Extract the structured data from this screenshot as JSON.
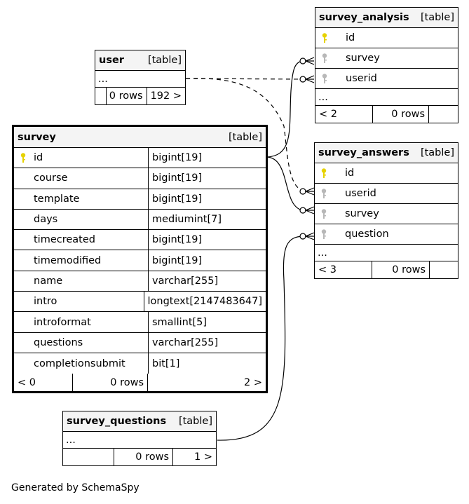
{
  "tables": {
    "survey_analysis": {
      "name": "survey_analysis",
      "kind": "[table]",
      "columns": [
        "id",
        "survey",
        "userid"
      ],
      "ellipsis": "...",
      "footer": {
        "parents": "< 2",
        "rows": "0 rows"
      }
    },
    "user": {
      "name": "user",
      "kind": "[table]",
      "ellipsis": "...",
      "footer": {
        "rows": "0 rows",
        "children": "192 >"
      }
    },
    "survey": {
      "name": "survey",
      "kind": "[table]",
      "columns": [
        {
          "name": "id",
          "type": "bigint[19]"
        },
        {
          "name": "course",
          "type": "bigint[19]"
        },
        {
          "name": "template",
          "type": "bigint[19]"
        },
        {
          "name": "days",
          "type": "mediumint[7]"
        },
        {
          "name": "timecreated",
          "type": "bigint[19]"
        },
        {
          "name": "timemodified",
          "type": "bigint[19]"
        },
        {
          "name": "name",
          "type": "varchar[255]"
        },
        {
          "name": "intro",
          "type": "longtext[2147483647]"
        },
        {
          "name": "introformat",
          "type": "smallint[5]"
        },
        {
          "name": "questions",
          "type": "varchar[255]"
        },
        {
          "name": "completionsubmit",
          "type": "bit[1]"
        }
      ],
      "footer": {
        "parents": "< 0",
        "rows": "0 rows",
        "children": "2 >"
      }
    },
    "survey_answers": {
      "name": "survey_answers",
      "kind": "[table]",
      "columns": [
        "id",
        "userid",
        "survey",
        "question"
      ],
      "ellipsis": "...",
      "footer": {
        "parents": "< 3",
        "rows": "0 rows"
      }
    },
    "survey_questions": {
      "name": "survey_questions",
      "kind": "[table]",
      "ellipsis": "...",
      "footer": {
        "rows": "0 rows",
        "children": "1 >"
      }
    }
  },
  "footer_text": "Generated by SchemaSpy",
  "colors": {
    "primary_key": "#e6d200",
    "foreign_key": "#b8b8b8",
    "header_bg": "#f4f4f4",
    "line": "#000000"
  }
}
